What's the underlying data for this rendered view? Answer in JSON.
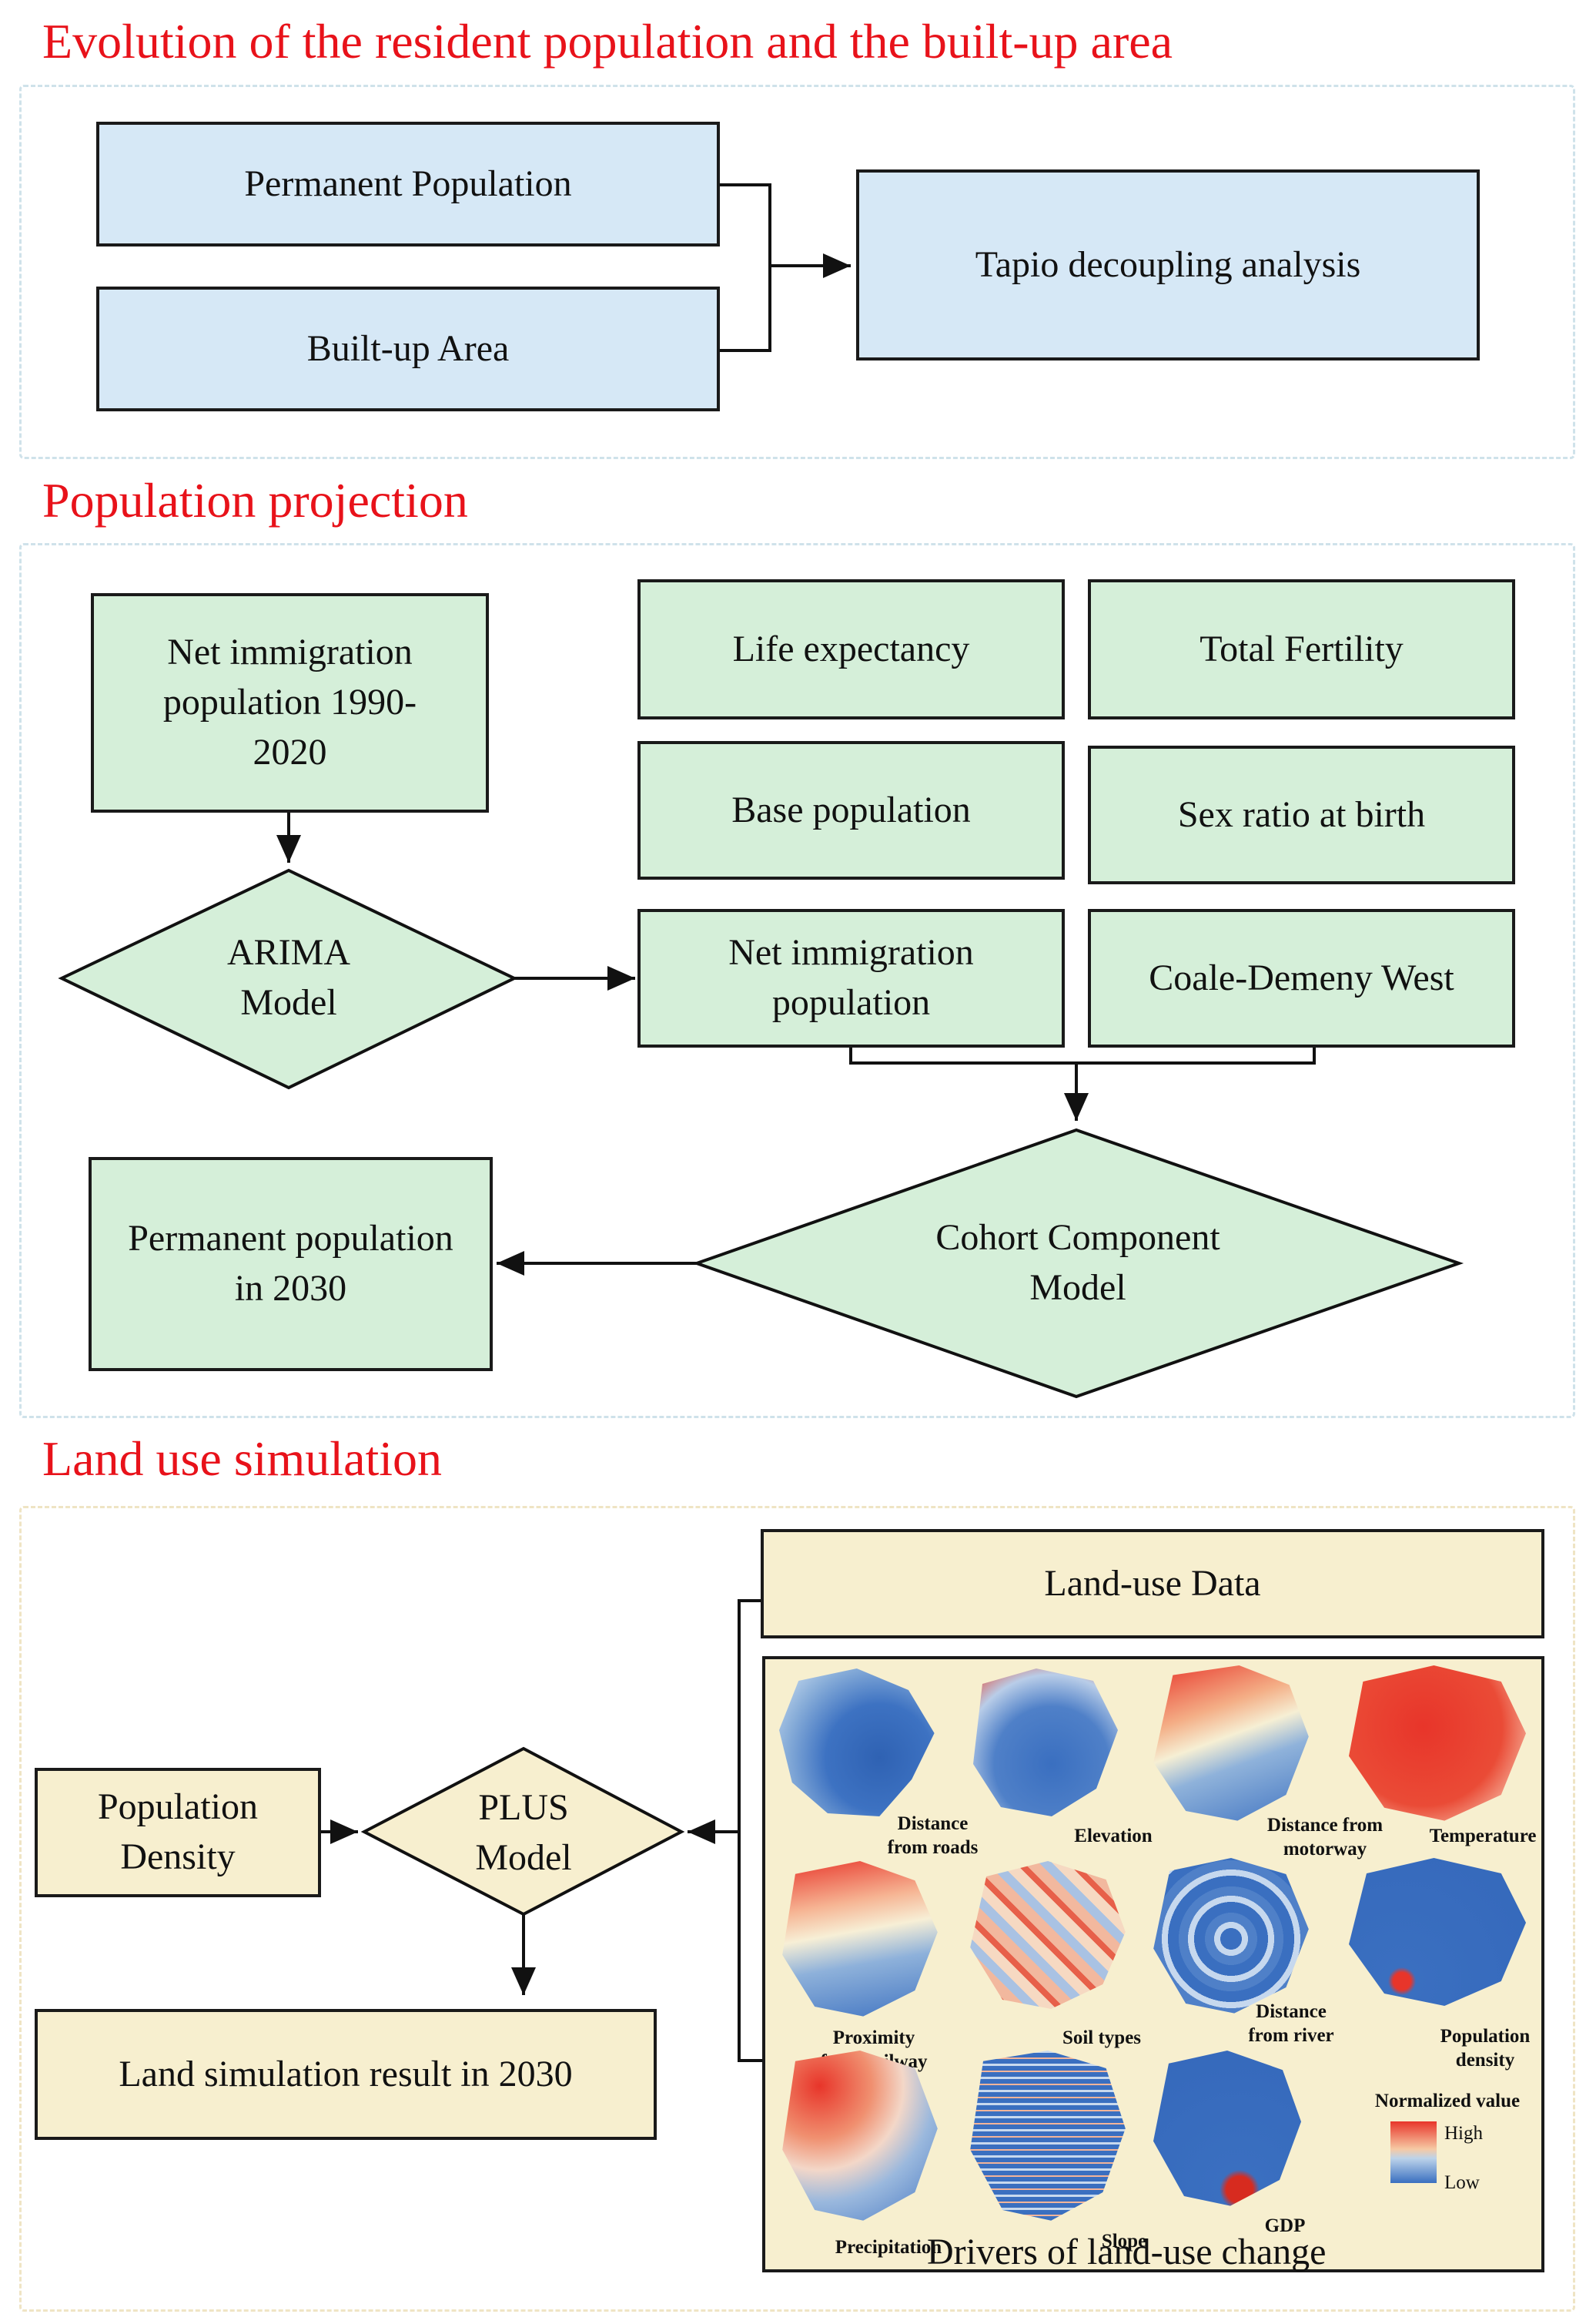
{
  "sections": {
    "s1_title": "Evolution of the resident population and the built-up area",
    "s2_title": "Population projection",
    "s3_title": "Land use simulation"
  },
  "section1": {
    "permanent_population": "Permanent Population",
    "built_up_area": "Built-up Area",
    "tapio": "Tapio decoupling analysis"
  },
  "section2": {
    "net_immigration_1990": "Net immigration population 1990-2020",
    "life_expectancy": "Life expectancy",
    "total_fertility": "Total Fertility",
    "base_population": "Base population",
    "sex_ratio": "Sex ratio at birth",
    "arima": "ARIMA Model",
    "net_immigration": "Net immigration population",
    "coale_demeny": "Coale-Demeny West",
    "permanent_2030": "Permanent population in 2030",
    "cohort": "Cohort Component Model"
  },
  "section3": {
    "population_density": "Population Density",
    "plus_model": "PLUS Model",
    "land_use_data": "Land-use Data",
    "result_2030": "Land simulation result in 2030",
    "drivers_caption": "Drivers of land-use change",
    "maps": [
      {
        "label": "Distance from roads",
        "icon": "distance-from-roads-map"
      },
      {
        "label": "Elevation",
        "icon": "elevation-map"
      },
      {
        "label": "Distance from motorway",
        "icon": "distance-from-motorway-map"
      },
      {
        "label": "Temperature",
        "icon": "temperature-map"
      },
      {
        "label": "Proximity from railway",
        "icon": "proximity-from-railway-map"
      },
      {
        "label": "Soil types",
        "icon": "soil-types-map"
      },
      {
        "label": "Distance from river",
        "icon": "distance-from-river-map"
      },
      {
        "label": "Population density",
        "icon": "population-density-map"
      },
      {
        "label": "Precipitation",
        "icon": "precipitation-map"
      },
      {
        "label": "Slope",
        "icon": "slope-map"
      },
      {
        "label": "GDP",
        "icon": "gdp-map"
      }
    ],
    "legend": {
      "title": "Normalized value",
      "high": "High",
      "low": "Low"
    }
  },
  "colors": {
    "title_red": "#e8121a",
    "box_blue": "#d6e8f6",
    "box_green": "#d5efd9",
    "box_tan": "#f7efcf",
    "map_high": "#e8352a",
    "map_low": "#3a6fc0"
  }
}
